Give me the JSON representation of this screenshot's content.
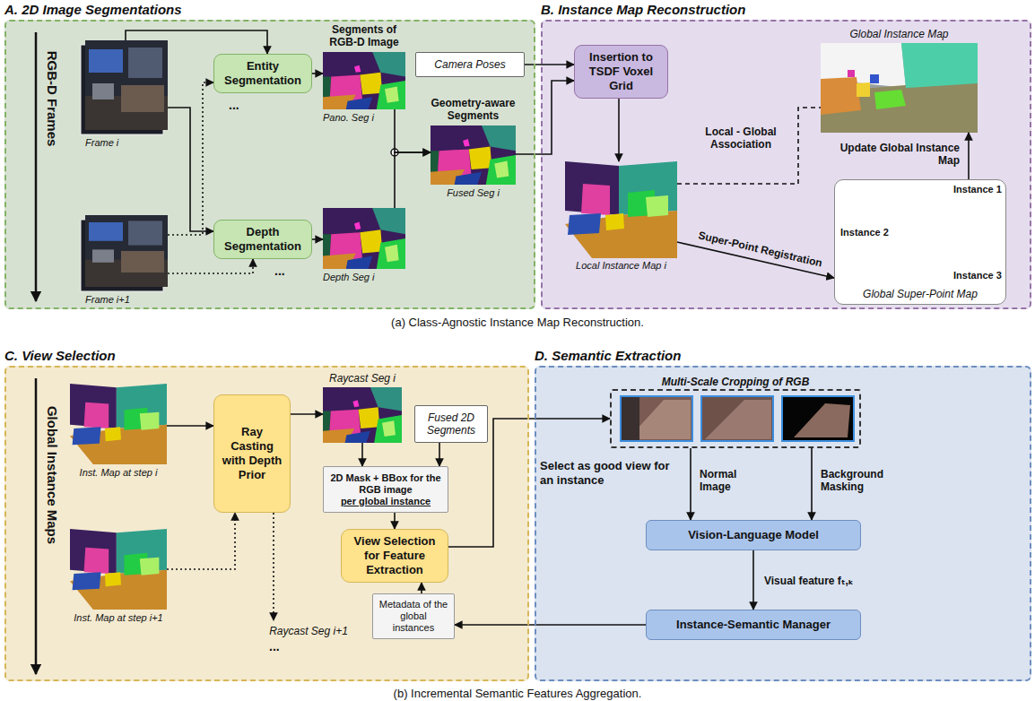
{
  "diagram": {
    "nodes": [
      {
        "text": [
          "A. 2D Image Segmentations"
        ]
      },
      {
        "text": [
          "Frame i"
        ],
        "in": 0
      },
      {
        "text": [
          "Entity Segmentation"
        ],
        "in": 0
      },
      {
        "text": [
          "Segments of RGB-D Image",
          "Pano. Seg i"
        ],
        "in": 0
      },
      {
        "text": [
          "Camera Poses"
        ],
        "in": 0
      },
      {
        "text": [
          "Geometry-aware Segments",
          "Fused Seg i"
        ],
        "in": 0
      },
      {
        "text": [
          "Frame i+1"
        ],
        "in": 0
      },
      {
        "text": [
          "Depth Segmentation"
        ],
        "in": 0
      },
      {
        "text": [
          "Depth Seg i"
        ],
        "in": 0
      },
      {
        "text": [
          "B. Instance Map Reconstruction"
        ]
      },
      {
        "text": [
          "Insertion to TSDF Voxel Grid"
        ],
        "in": 9
      },
      {
        "text": [
          "Global Instance Map"
        ],
        "in": 9
      },
      {
        "text": [
          "Local Instance Map i"
        ],
        "in": 9
      },
      {
        "text": [
          "Instance 1",
          "Instance 2",
          "Instance 3",
          "Global Super-Point Map"
        ],
        "in": 9
      },
      {
        "text": [
          "C. View Selection"
        ]
      },
      {
        "text": [
          "Inst. Map at step i"
        ],
        "in": 14
      },
      {
        "text": [
          "Ray Casting with Depth Prior"
        ],
        "in": 14
      },
      {
        "text": [
          "Raycast Seg i"
        ],
        "in": 14
      },
      {
        "text": [
          "Fused 2D Segments"
        ],
        "in": 14
      },
      {
        "text": [
          "2D Mask + BBox for the RGB image",
          "per global instance"
        ],
        "in": 14
      },
      {
        "text": [
          "View Selection for Feature Extraction"
        ],
        "in": 14
      },
      {
        "text": [
          "Inst. Map at step i+1"
        ],
        "in": 14
      },
      {
        "text": [
          "Raycast Seg i+1"
        ],
        "in": 14
      },
      {
        "text": [
          "Metadata of the global instances"
        ],
        "in": 14
      },
      {
        "text": [
          "D. Semantic Extraction"
        ]
      },
      {
        "text": [
          "Multi-Scale Cropping of RGB"
        ],
        "in": 24
      },
      {
        "text": [
          "Vision-Language Model"
        ],
        "in": 24
      },
      {
        "text": [
          "Instance-Semantic Manager"
        ],
        "in": 24
      }
    ],
    "edges": [
      {
        "from": 1,
        "to": 2,
        "arrow": "to"
      },
      {
        "from": 1,
        "to": 7,
        "arrow": "to"
      },
      {
        "from": 6,
        "to": 2,
        "arrow": "to"
      },
      {
        "from": 6,
        "to": 7,
        "arrow": "to"
      },
      {
        "from": 2,
        "to": 3,
        "arrow": "to"
      },
      {
        "from": 7,
        "to": 8,
        "arrow": "to"
      },
      {
        "from": 3,
        "to": 5,
        "arrow": "to"
      },
      {
        "from": 8,
        "to": 5,
        "arrow": "to"
      },
      {
        "from": 4,
        "to": 10,
        "arrow": "to"
      },
      {
        "from": 5,
        "to": 10,
        "arrow": "to"
      },
      {
        "from": 10,
        "to": 12,
        "arrow": "to"
      },
      {
        "from": 12,
        "to": 13,
        "label": "Super-Point Registration",
        "arrow": "to"
      },
      {
        "from": 13,
        "to": 11,
        "label": "Update Global Instance Map",
        "arrow": "to"
      },
      {
        "from": 12,
        "to": 11,
        "label": "Local - Global Association",
        "arrow": "none"
      },
      {
        "from": 15,
        "to": 16,
        "arrow": "to"
      },
      {
        "from": 21,
        "to": 16,
        "arrow": "to"
      },
      {
        "from": 16,
        "to": 17,
        "arrow": "to"
      },
      {
        "from": 16,
        "to": 22,
        "arrow": "to"
      },
      {
        "from": 17,
        "to": 19,
        "arrow": "to"
      },
      {
        "from": 18,
        "to": 19,
        "arrow": "to"
      },
      {
        "from": 19,
        "to": 20,
        "arrow": "to"
      },
      {
        "from": 23,
        "to": 20,
        "arrow": "to"
      },
      {
        "from": 20,
        "to": 25,
        "label": "Select as good view for an instance",
        "arrow": "to"
      },
      {
        "from": 25,
        "to": 26,
        "label": "Normal Image",
        "arrow": "to"
      },
      {
        "from": 25,
        "to": 26,
        "label": "Background Masking",
        "arrow": "to"
      },
      {
        "from": 26,
        "to": 27,
        "label": "Visual feature fₜ,ₖ",
        "arrow": "to"
      },
      {
        "from": 27,
        "to": 23,
        "arrow": "to"
      }
    ],
    "labels": [
      "RGB-D Frames",
      "...",
      "...",
      "Global Instance Maps",
      "...",
      "(a) Class-Agnostic Instance Map Reconstruction.",
      "(b) Incremental Semantic Features Aggregation."
    ]
  }
}
